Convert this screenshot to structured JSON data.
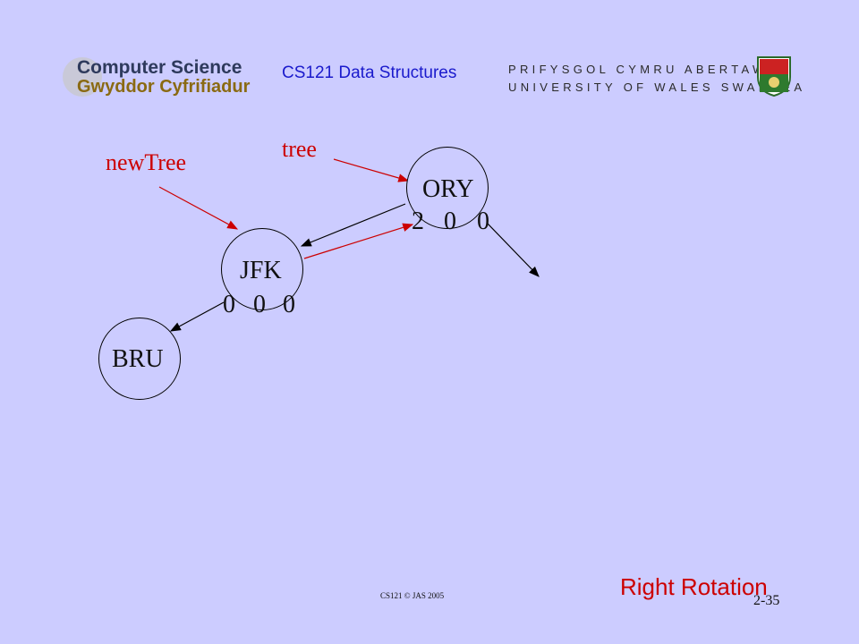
{
  "header": {
    "logo_line1": "Computer Science",
    "logo_line2": "Gwyddor Cyfrifiadur",
    "course": "CS121 Data Structures",
    "uni_line1": "PRIFYSGOL CYMRU ABERTAWE",
    "uni_line2": "UNIVERSITY OF WALES SWANSEA"
  },
  "diagram": {
    "labels": {
      "tree": "tree",
      "new_tree": "newTree"
    },
    "nodes": [
      {
        "name": "ORY",
        "balance": [
          "2",
          "0",
          "0"
        ]
      },
      {
        "name": "JFK",
        "balance": [
          "0",
          "0",
          "0"
        ]
      },
      {
        "name": "BRU"
      }
    ]
  },
  "footer": {
    "copyright": "CS121 © JAS 2005",
    "page": "2-35"
  },
  "slide_title": "Right Rotation",
  "colors": {
    "background": "#ccccff",
    "accent": "#cc0000",
    "course_text": "#1a1acc"
  }
}
